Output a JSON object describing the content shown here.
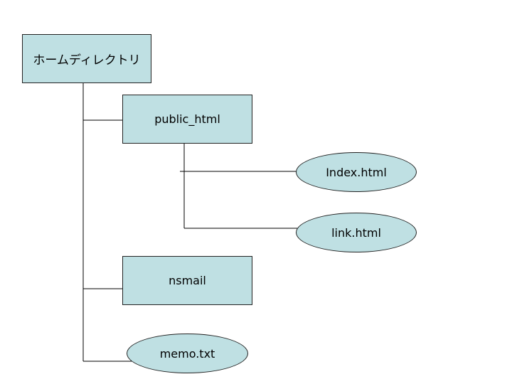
{
  "diagram": {
    "root": {
      "label": "ホームディレクトリ"
    },
    "folders": [
      {
        "label": "public_html"
      },
      {
        "label": "nsmail"
      }
    ],
    "files": [
      {
        "label": "Index.html"
      },
      {
        "label": "link.html"
      },
      {
        "label": "memo.txt"
      }
    ]
  },
  "colors": {
    "node_fill": "#bfe0e3",
    "node_border": "#222222",
    "connector": "#000000"
  }
}
